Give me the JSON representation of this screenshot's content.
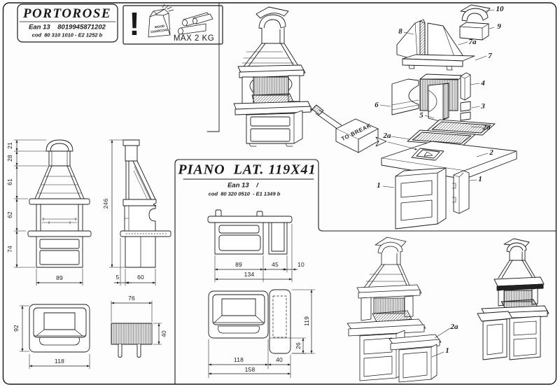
{
  "portorose_box": {
    "title": "PORTOROSE",
    "ean_line": "Ean 13    8019945871202",
    "cod_line": "cod  80 310 1010 - E2 1252 b"
  },
  "warning_box": {
    "exclamation": "!",
    "bag_label_1": "WOOD",
    "bag_label_2": "CHARCOAL",
    "max_label": "MAX 2 KG"
  },
  "piano_box": {
    "title": "PIANO  LAT. 119X41",
    "ean_line": "Ean 13    /",
    "cod_line": "cod  80 320 0510  - E1 1349 b"
  },
  "front_view": {
    "d21": "21",
    "d28": "28",
    "d61": "61",
    "d62": "62",
    "d74": "74",
    "d89": "89"
  },
  "side_view": {
    "d246": "246",
    "d5": "5",
    "d60": "60"
  },
  "plan_view": {
    "d92": "92",
    "d118": "118"
  },
  "grate_view": {
    "d76": "76",
    "d40": "40"
  },
  "piano_front": {
    "d89": "89",
    "d45": "45",
    "d10": "10",
    "d134": "134"
  },
  "piano_plan": {
    "d119": "119",
    "d26": "26",
    "d118": "118",
    "d40": "40",
    "d158": "158"
  },
  "exploded": {
    "hammer_text": "TO BREAK",
    "l10": "10",
    "l9": "9",
    "l8": "8",
    "l7a": "7a",
    "l7": "7",
    "l4": "4",
    "l3": "3",
    "l6": "6",
    "l5": "5",
    "l2a": "2a",
    "l2": "2",
    "l1": "1"
  },
  "assembled": {
    "l2a": "2a",
    "l1": "1"
  }
}
